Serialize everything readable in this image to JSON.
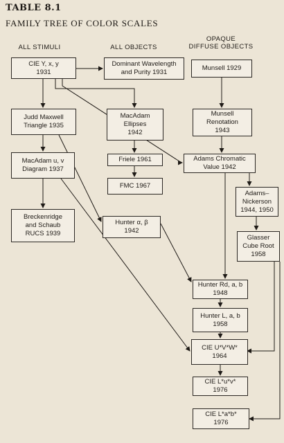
{
  "title": "TABLE 8.1",
  "subtitle": "FAMILY TREE OF COLOR SCALES",
  "columns": {
    "all_stimuli": "ALL STIMULI",
    "all_objects": "ALL OBJECTS",
    "opaque": "OPAQUE\nDIFFUSE OBJECTS"
  },
  "nodes": {
    "cie_yxy": "CIE Y, x, y\n1931",
    "dominant": "Dominant Wavelength\nand Purity 1931",
    "munsell": "Munsell 1929",
    "judd": "Judd Maxwell\nTriangle 1935",
    "macadam_ellipses": "MacAdam\nEllipses\n1942",
    "renotation": "Munsell\nRenotation\n1943",
    "macadam_uv": "MacAdam u, v\nDiagram 1937",
    "friele": "Friele 1961",
    "adams_chromatic": "Adams Chromatic\nValue 1942",
    "fmc": "FMC 1967",
    "adams_nickerson": "Adams–\nNickerson\n1944, 1950",
    "breckenridge": "Breckenridge\nand Schaub\nRUCS 1939",
    "hunter_ab": "Hunter α, β\n1942",
    "glasser": "Glasser\nCube Root\n1958",
    "hunter_rd": "Hunter Rd, a, b\n1948",
    "hunter_lab": "Hunter L, a, b\n1958",
    "cie_uvw": "CIE U*V*W*\n1964",
    "cie_luv": "CIE L*u*v*\n1976",
    "cie_lab": "CIE L*a*b*\n1976"
  }
}
